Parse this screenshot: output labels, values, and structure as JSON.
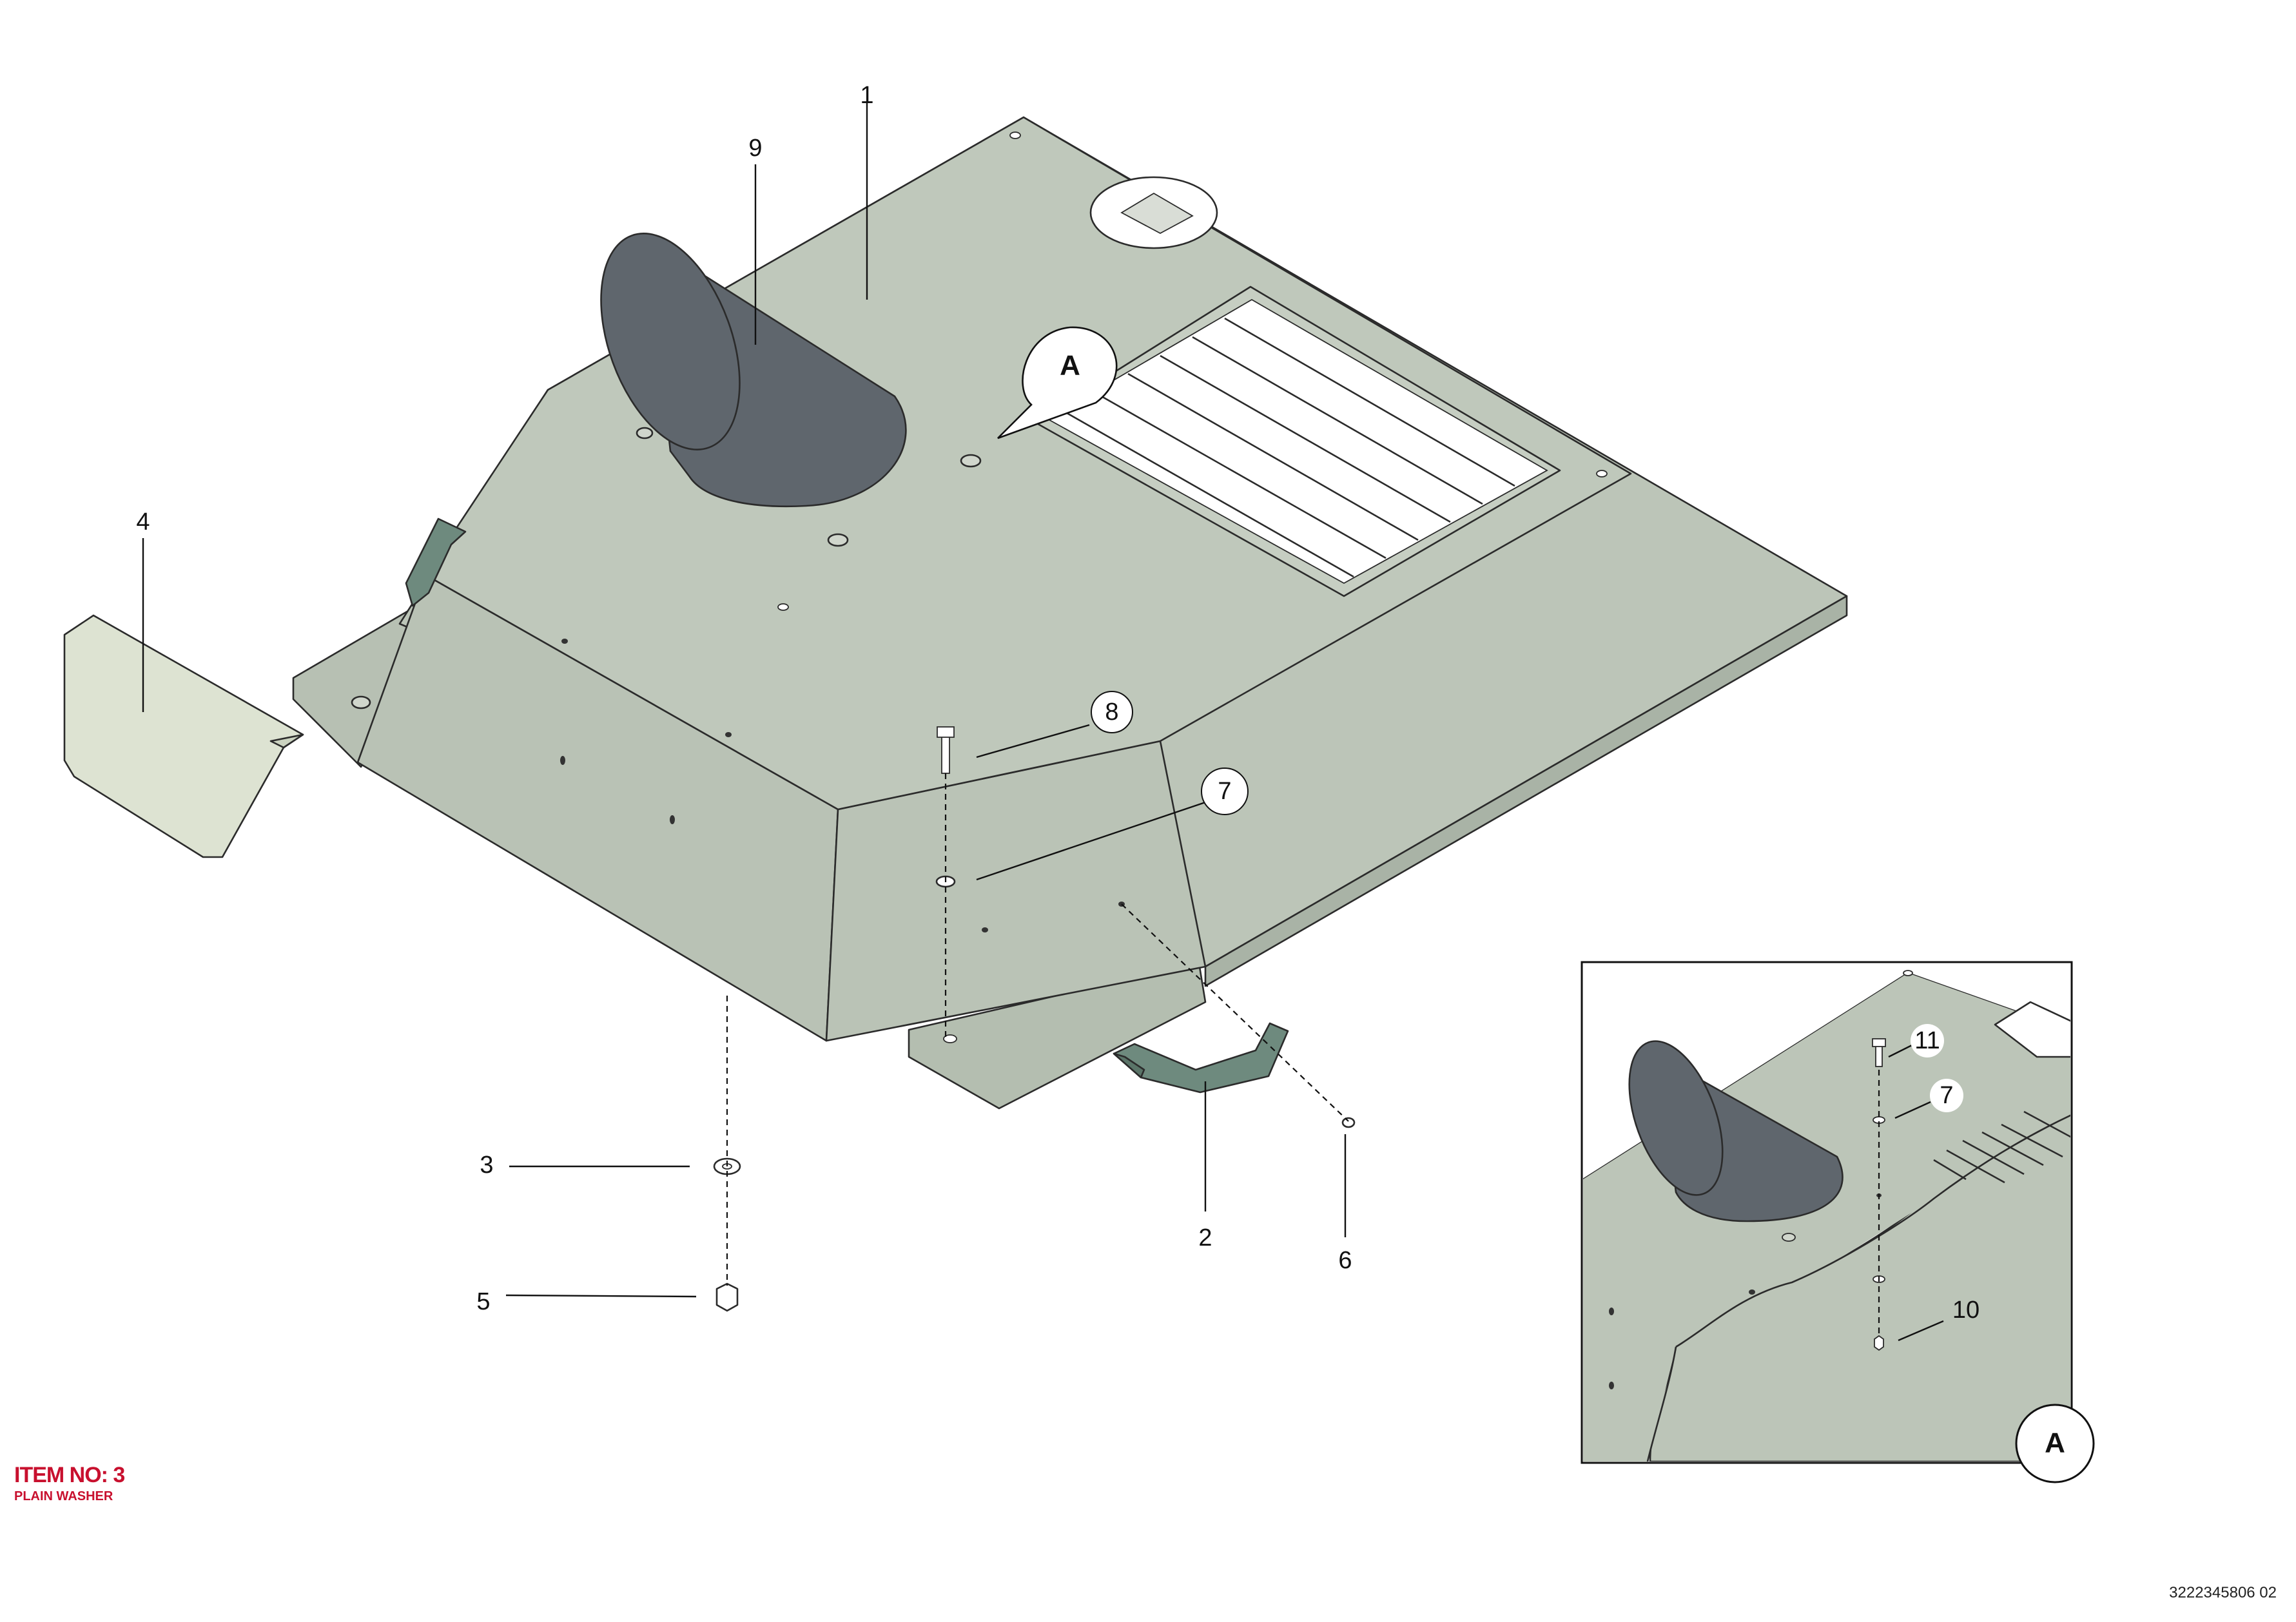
{
  "callouts": {
    "c1": "1",
    "c2": "2",
    "c3": "3",
    "c4": "4",
    "c5": "5",
    "c6": "6",
    "c7": "7",
    "c8": "8",
    "c9": "9",
    "detail_c7": "7",
    "detail_c10": "10",
    "detail_c11": "11"
  },
  "detail_marker": "A",
  "detail_view_label": "A",
  "item_info": {
    "title": "ITEM NO: 3",
    "description": "PLAIN WASHER"
  },
  "drawing_id": "3222345806 02",
  "colors": {
    "panel_fill": "#bcc5b8",
    "panel_dark": "#a9b3a6",
    "shield_fill": "#dde3d2",
    "handle_fill": "#6e8a7e",
    "cone_fill": "#5f666d",
    "item_text": "#c8102e"
  }
}
